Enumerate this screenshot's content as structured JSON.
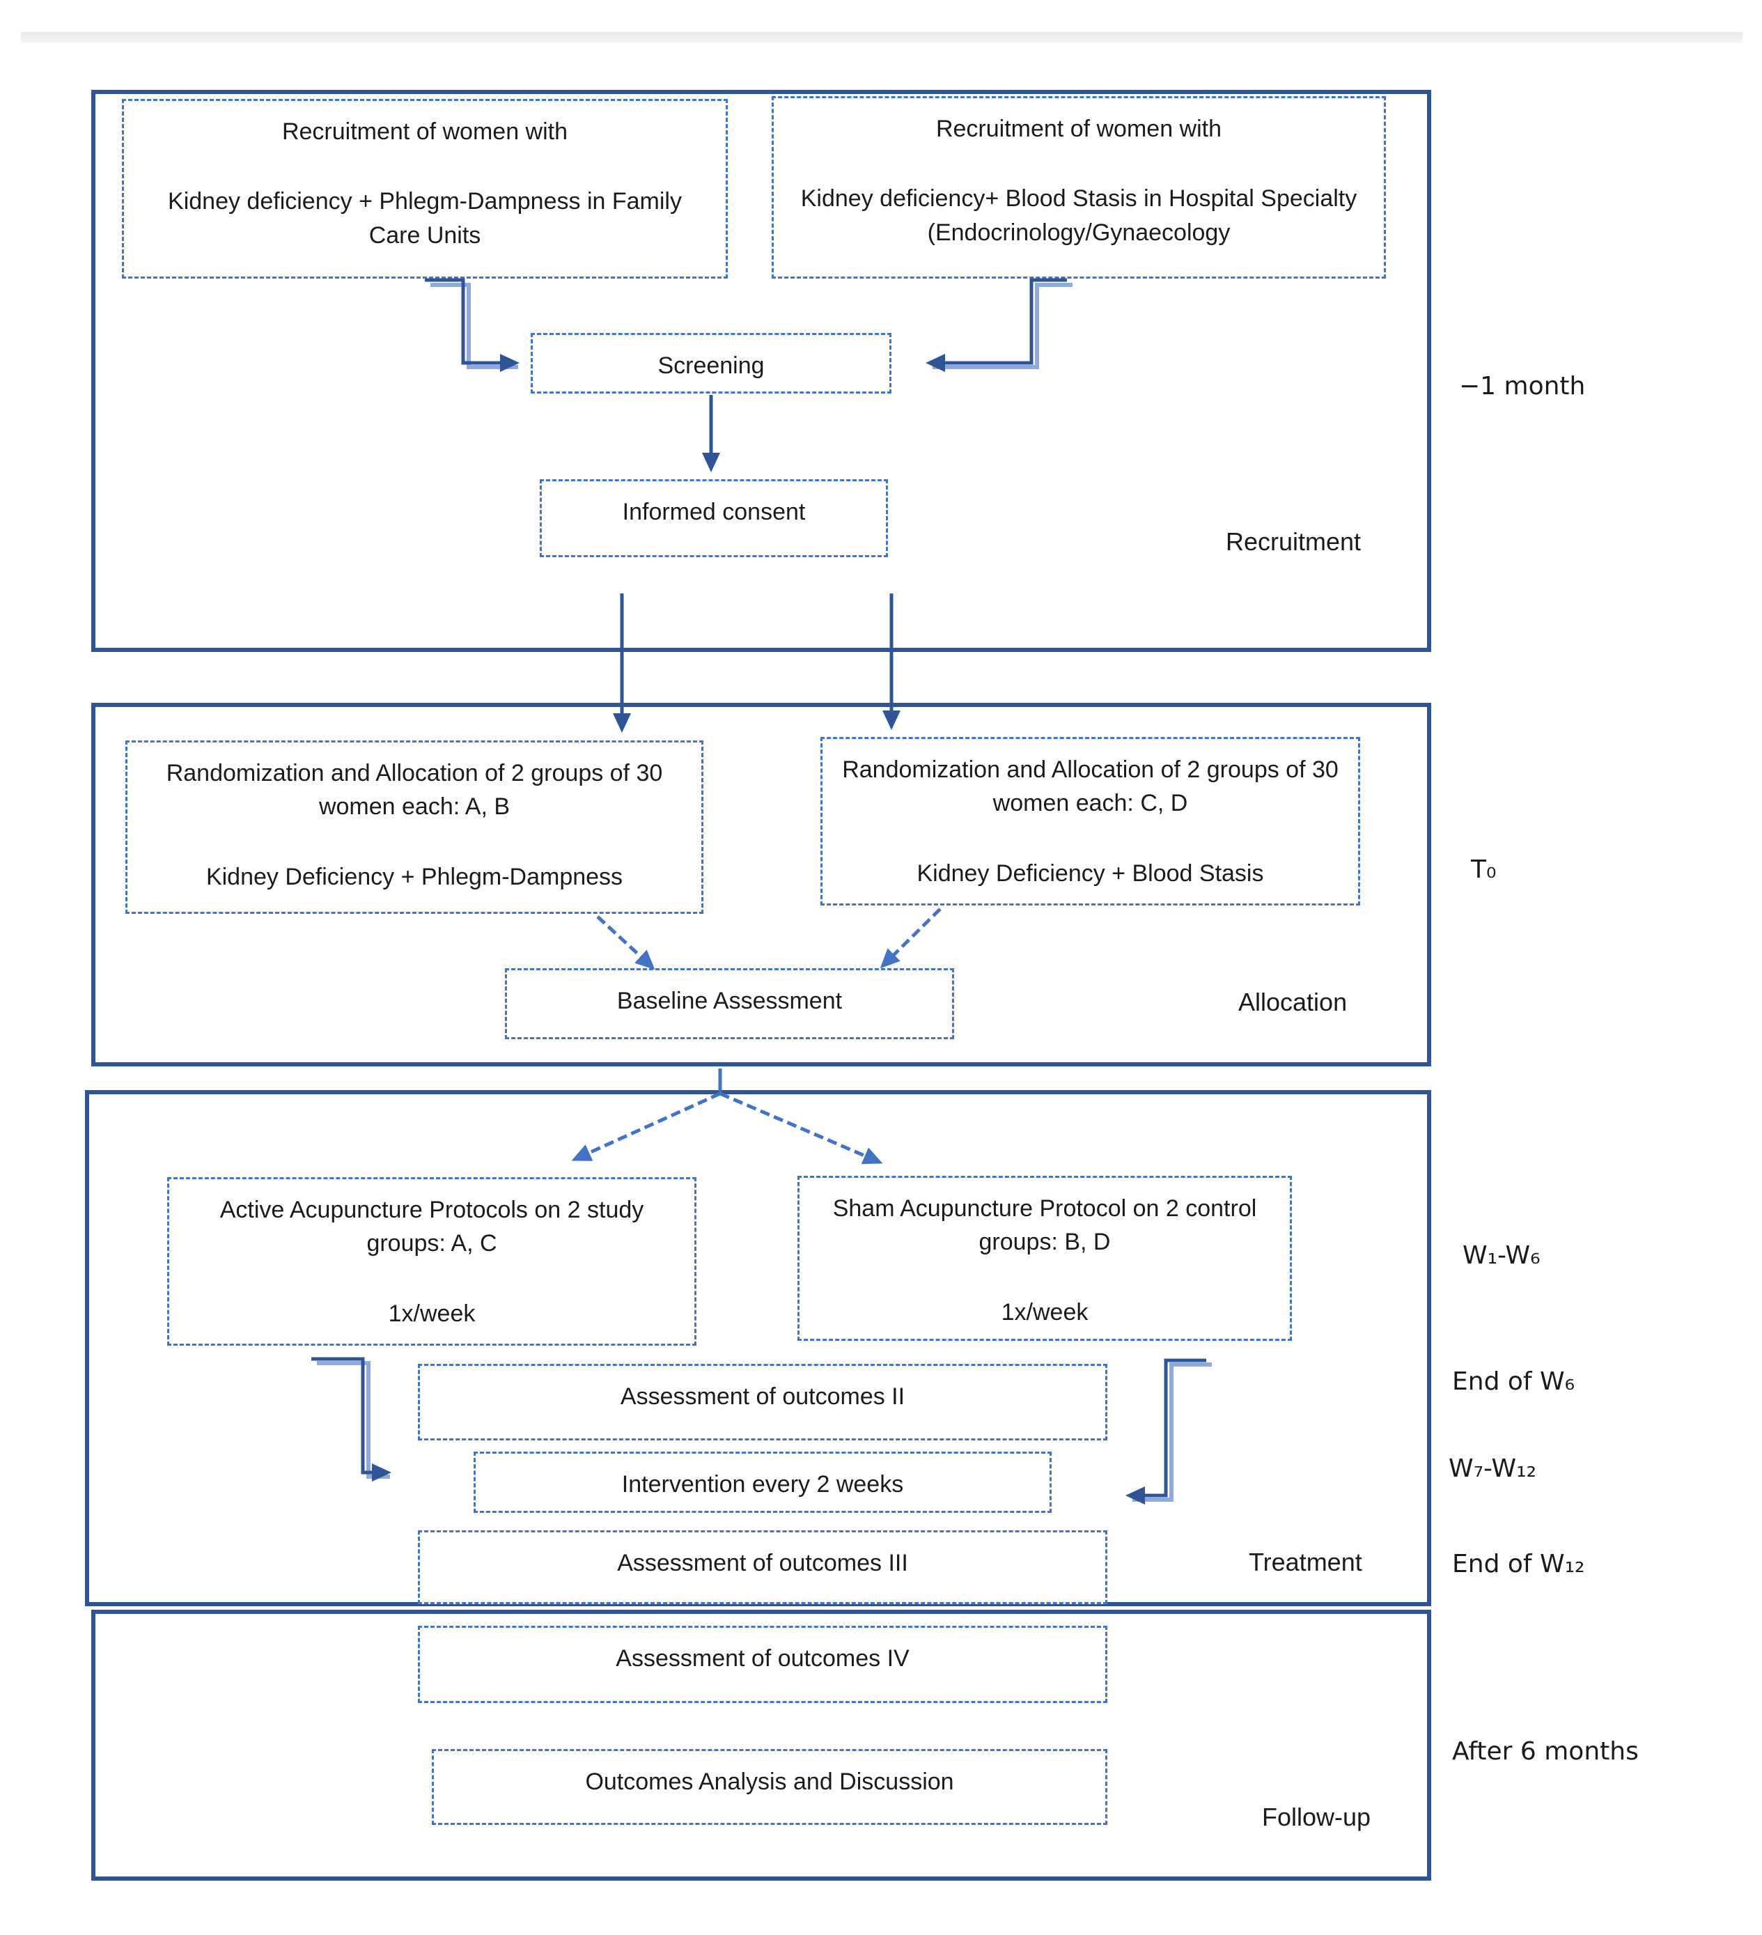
{
  "sections": {
    "recruitment": {
      "label": "Recruitment",
      "box_left": {
        "top": "Recruitment of women with",
        "bottom": "Kidney deficiency + Phlegm-Dampness in Family Care Units"
      },
      "box_right": {
        "top": "Recruitment of women with",
        "bottom": "Kidney deficiency+ Blood Stasis in Hospital Specialty (Endocrinology/Gynaecology"
      },
      "screening": "Screening",
      "informed_consent": "Informed consent"
    },
    "allocation": {
      "label": "Allocation",
      "box_left": {
        "top": "Randomization and Allocation of 2 groups of 30 women each: A, B",
        "bottom": "Kidney Deficiency + Phlegm-Dampness"
      },
      "box_right": {
        "top": "Randomization and Allocation of 2 groups of 30 women each: C, D",
        "bottom": "Kidney Deficiency + Blood Stasis"
      },
      "baseline": "Baseline Assessment"
    },
    "treatment": {
      "label": "Treatment",
      "box_active": {
        "top": "Active Acupuncture Protocols on 2 study groups: A, C",
        "bottom": "1x/week"
      },
      "box_sham": {
        "top": "Sham Acupuncture Protocol on 2 control groups: B, D",
        "bottom": "1x/week"
      },
      "assessment_2": "Assessment of outcomes II",
      "intervention": "Intervention every 2 weeks",
      "assessment_3": "Assessment of outcomes III"
    },
    "followup": {
      "label": "Follow-up",
      "assessment_4": "Assessment of outcomes IV",
      "outcomes": "Outcomes Analysis and Discussion"
    }
  },
  "timeline": {
    "minus_1_month": "−1 month",
    "t0": "T₀",
    "w1_w6": "W₁-W₆",
    "end_w6": "End of W₆",
    "w7_w12": "W₇-W₁₂",
    "end_w12": "End of W₁₂",
    "after_6_months": "After 6 months"
  },
  "colors": {
    "container_border": "#2F5597",
    "box_border": "#4472C4",
    "arrow_dark": "#2F5597",
    "arrow_blue": "#4472C4",
    "arrow_light": "#8FAADC"
  }
}
